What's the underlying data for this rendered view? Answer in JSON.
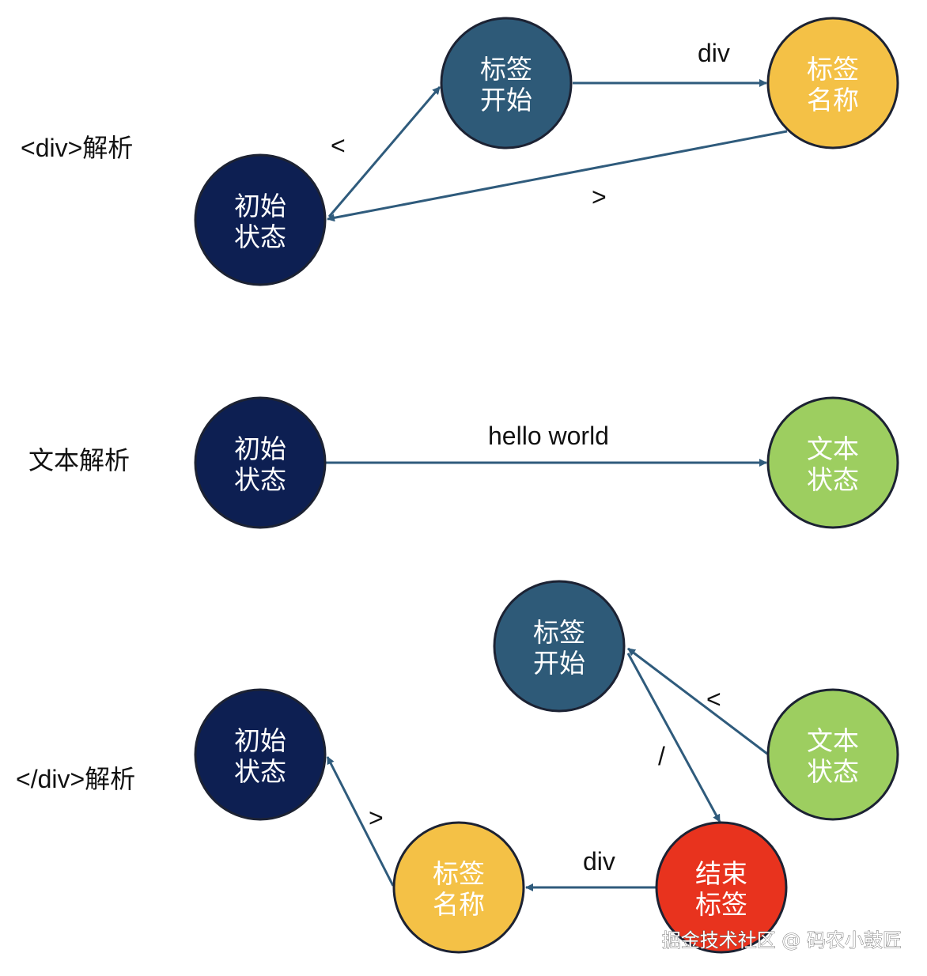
{
  "colors": {
    "initial": "#0d1f52",
    "tag_open": "#2e5a78",
    "tag_name": "#f4c146",
    "text_state": "#9dce60",
    "end_tag": "#e8331e",
    "edge": "#2f5b7c"
  },
  "sections": [
    {
      "label": "<div>解析",
      "nodes": [
        {
          "id": "init",
          "line1": "初始",
          "line2": "状态"
        },
        {
          "id": "open",
          "line1": "标签",
          "line2": "开始"
        },
        {
          "id": "name",
          "line1": "标签",
          "line2": "名称"
        }
      ],
      "edges": [
        {
          "from": "init",
          "to": "open",
          "label": "<"
        },
        {
          "from": "open",
          "to": "name",
          "label": "div"
        },
        {
          "from": "name",
          "to": "init",
          "label": ">"
        }
      ]
    },
    {
      "label": "文本解析",
      "nodes": [
        {
          "id": "init",
          "line1": "初始",
          "line2": "状态"
        },
        {
          "id": "text",
          "line1": "文本",
          "line2": "状态"
        }
      ],
      "edges": [
        {
          "from": "init",
          "to": "text",
          "label": "hello world"
        }
      ]
    },
    {
      "label": "</div>解析",
      "nodes": [
        {
          "id": "init",
          "line1": "初始",
          "line2": "状态"
        },
        {
          "id": "open",
          "line1": "标签",
          "line2": "开始"
        },
        {
          "id": "text",
          "line1": "文本",
          "line2": "状态"
        },
        {
          "id": "end",
          "line1": "结束",
          "line2": "标签"
        },
        {
          "id": "name",
          "line1": "标签",
          "line2": "名称"
        }
      ],
      "edges": [
        {
          "from": "text",
          "to": "open",
          "label": "<"
        },
        {
          "from": "open",
          "to": "end",
          "label": "/"
        },
        {
          "from": "end",
          "to": "name",
          "label": "div"
        },
        {
          "from": "name",
          "to": "init",
          "label": ">"
        }
      ]
    }
  ],
  "watermark": "掘金技术社区 @ 码农小鼓匠"
}
